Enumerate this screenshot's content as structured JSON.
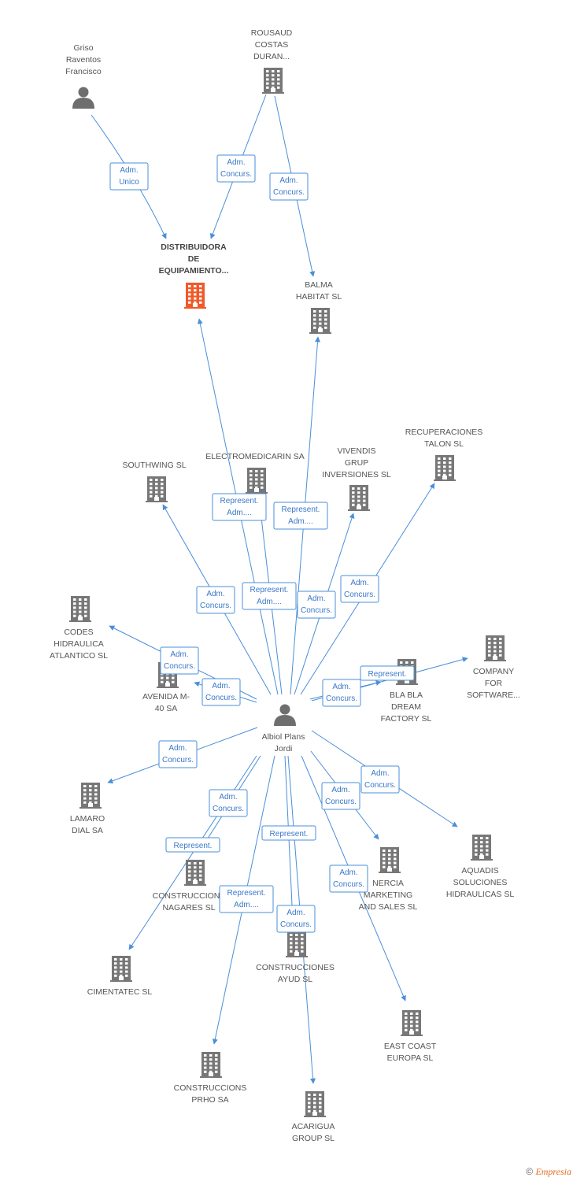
{
  "diagram": {
    "colors": {
      "edge": "#4a8fd8",
      "building": "#777777",
      "focus_building": "#f05a28",
      "person": "#6e6e6e",
      "edge_label_text": "#3a78c9"
    },
    "nodes": [
      {
        "id": "griso",
        "kind": "person",
        "label": [
          "Griso",
          "Raventos",
          "Francisco"
        ]
      },
      {
        "id": "rousaud",
        "kind": "company",
        "label": [
          "ROUSAUD",
          "COSTAS",
          "DURAN..."
        ]
      },
      {
        "id": "distribuidora",
        "kind": "company",
        "focus": true,
        "label": [
          "DISTRIBUIDORA",
          "DE",
          "EQUIPAMIENTO..."
        ]
      },
      {
        "id": "balma",
        "kind": "company",
        "label": [
          "BALMA",
          "HABITAT SL"
        ]
      },
      {
        "id": "recuperaciones",
        "kind": "company",
        "label": [
          "RECUPERACIONES",
          "TALON SL"
        ]
      },
      {
        "id": "southwing",
        "kind": "company",
        "label": [
          "SOUTHWING SL"
        ]
      },
      {
        "id": "electromedicarin",
        "kind": "company",
        "label": [
          "ELECTROMEDICARIN SA"
        ]
      },
      {
        "id": "vivendis",
        "kind": "company",
        "label": [
          "VIVENDIS",
          "GRUP",
          "INVERSIONES SL"
        ]
      },
      {
        "id": "codes",
        "kind": "company",
        "label": [
          "CODES",
          "HIDRAULICA",
          "ATLANTICO SL"
        ]
      },
      {
        "id": "avenida",
        "kind": "company",
        "label": [
          "AVENIDA M-",
          "40 SA"
        ]
      },
      {
        "id": "blabla",
        "kind": "company",
        "label": [
          "BLA BLA",
          "DREAM",
          "FACTORY SL"
        ]
      },
      {
        "id": "company_sw",
        "kind": "company",
        "label": [
          "COMPANY",
          "FOR",
          "SOFTWARE..."
        ]
      },
      {
        "id": "albiol",
        "kind": "person",
        "label": [
          "Albiol Plans",
          "Jordi"
        ]
      },
      {
        "id": "lamaro",
        "kind": "company",
        "label": [
          "LAMARO",
          "DIAL SA"
        ]
      },
      {
        "id": "aquadis",
        "kind": "company",
        "label": [
          "AQUADIS",
          "SOLUCIONES",
          "HIDRAULICAS SL"
        ]
      },
      {
        "id": "nercia",
        "kind": "company",
        "label": [
          "NERCIA",
          "MARKETING",
          "AND SALES SL"
        ]
      },
      {
        "id": "nagares",
        "kind": "company",
        "label": [
          "CONSTRUCCIONE",
          "NAGARES SL"
        ]
      },
      {
        "id": "cimentatec",
        "kind": "company",
        "label": [
          "CIMENTATEC SL"
        ]
      },
      {
        "id": "ayud",
        "kind": "company",
        "label": [
          "CONSTRUCCIONES",
          "AYUD SL"
        ]
      },
      {
        "id": "eastcoast",
        "kind": "company",
        "label": [
          "EAST COAST",
          "EUROPA SL"
        ]
      },
      {
        "id": "prho",
        "kind": "company",
        "label": [
          "CONSTRUCCIONS",
          "PRHO SA"
        ]
      },
      {
        "id": "acarigua",
        "kind": "company",
        "label": [
          "ACARIGUA",
          "GROUP SL"
        ]
      }
    ],
    "edges": [
      {
        "from": "griso",
        "to": "distribuidora",
        "label": [
          "Adm.",
          "Unico"
        ]
      },
      {
        "from": "rousaud",
        "to": "distribuidora",
        "label": [
          "Adm.",
          "Concurs."
        ]
      },
      {
        "from": "rousaud",
        "to": "balma",
        "label": [
          "Adm.",
          "Concurs."
        ]
      },
      {
        "from": "albiol",
        "to": "distribuidora",
        "label": [
          "Represent.",
          "Adm...."
        ]
      },
      {
        "from": "albiol",
        "to": "balma",
        "label": [
          "Represent.",
          "Adm...."
        ]
      },
      {
        "from": "albiol",
        "to": "electromedicarin",
        "label": [
          "Represent.",
          "Adm...."
        ]
      },
      {
        "from": "albiol",
        "to": "southwing",
        "label": [
          "Adm.",
          "Concurs."
        ]
      },
      {
        "from": "albiol",
        "to": "vivendis",
        "label": [
          "Adm.",
          "Concurs."
        ]
      },
      {
        "from": "albiol",
        "to": "recuperaciones",
        "label": [
          "Adm.",
          "Concurs."
        ]
      },
      {
        "from": "albiol",
        "to": "codes",
        "label": [
          "Adm.",
          "Concurs."
        ]
      },
      {
        "from": "albiol",
        "to": "avenida",
        "label": [
          "Adm.",
          "Concurs."
        ]
      },
      {
        "from": "albiol",
        "to": "blabla",
        "label": [
          "Adm.",
          "Concurs."
        ]
      },
      {
        "from": "albiol",
        "to": "company_sw",
        "label": [
          "Represent."
        ]
      },
      {
        "from": "albiol",
        "to": "lamaro",
        "label": [
          "Adm.",
          "Concurs."
        ]
      },
      {
        "from": "albiol",
        "to": "aquadis",
        "label": [
          "Adm.",
          "Concurs."
        ]
      },
      {
        "from": "albiol",
        "to": "nercia",
        "label": [
          "Adm.",
          "Concurs."
        ]
      },
      {
        "from": "albiol",
        "to": "nagares",
        "label": [
          "Adm.",
          "Concurs."
        ]
      },
      {
        "from": "albiol",
        "to": "cimentatec",
        "label": [
          "Represent."
        ]
      },
      {
        "from": "albiol",
        "to": "ayud",
        "label": [
          "Represent."
        ]
      },
      {
        "from": "albiol",
        "to": "eastcoast",
        "label": [
          "Adm.",
          "Concurs."
        ]
      },
      {
        "from": "albiol",
        "to": "prho",
        "label": [
          "Represent.",
          "Adm...."
        ]
      },
      {
        "from": "albiol",
        "to": "acarigua",
        "label": [
          "Adm.",
          "Concurs."
        ]
      }
    ]
  },
  "footer": {
    "copyright": "©",
    "brand": "Empresia"
  }
}
